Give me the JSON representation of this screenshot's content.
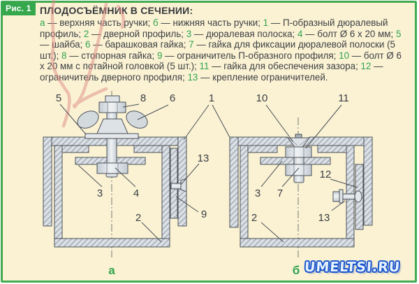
{
  "badge": {
    "label": "Рис. 1"
  },
  "title": "ПЛОДОСЪЁМНИК В СЕЧЕНИИ:",
  "legend": {
    "dash": " — ",
    "separator": "; ",
    "terminator": ".",
    "items": [
      {
        "key": "а",
        "text": "верхняя часть ручки"
      },
      {
        "key": "б",
        "text": "нижняя часть ручки"
      },
      {
        "key": "1",
        "text": "П-образный дюралевый профиль"
      },
      {
        "key": "2",
        "text": "дверной профиль"
      },
      {
        "key": "3",
        "text": "дюралевая полоска"
      },
      {
        "key": "4",
        "text": "болт Ø 6 х 20 мм"
      },
      {
        "key": "5",
        "text": "шайба"
      },
      {
        "key": "6",
        "text": "барашковая гайка"
      },
      {
        "key": "7",
        "text": "гайка для фиксации дюралевой полоски (5 шт.)"
      },
      {
        "key": "8",
        "text": "стопорная гайка"
      },
      {
        "key": "9",
        "text": "ограничитель П-образного профиля"
      },
      {
        "key": "10",
        "text": "болт Ø 6 х 20 мм с потайной головкой (5 шт.)"
      },
      {
        "key": "11",
        "text": "гайка для обеспечения зазора"
      },
      {
        "key": "12",
        "text": "ограничитель дверного профиля"
      },
      {
        "key": "13",
        "text": "крепление ограничителей"
      }
    ]
  },
  "diagrams": {
    "a": {
      "caption": "а",
      "callouts": {
        "washer": "5",
        "lock_nut": "8",
        "wing_nut": "6",
        "u_profile": "1",
        "fastener": "13",
        "strip": "3",
        "bolt": "4",
        "door_profile": "2",
        "stopper": "9"
      }
    },
    "b": {
      "caption": "б",
      "callouts": {
        "countersunk_bolt": "10",
        "gap_nut": "11",
        "door_stopper": "12",
        "strip": "3",
        "fix_nut": "7",
        "door_profile": "2",
        "fastener": "13"
      }
    }
  },
  "watermark": "UMELTSI.RU",
  "colors": {
    "accent_green": "#35a74c",
    "background_cream": "#fbf2d4",
    "metal_fill": "#d9dfe4",
    "hatch_line": "#707a85",
    "line_dark": "#4a5057",
    "watermark_blue": "#1b55cc",
    "pencil_red": "#dd8a84"
  }
}
